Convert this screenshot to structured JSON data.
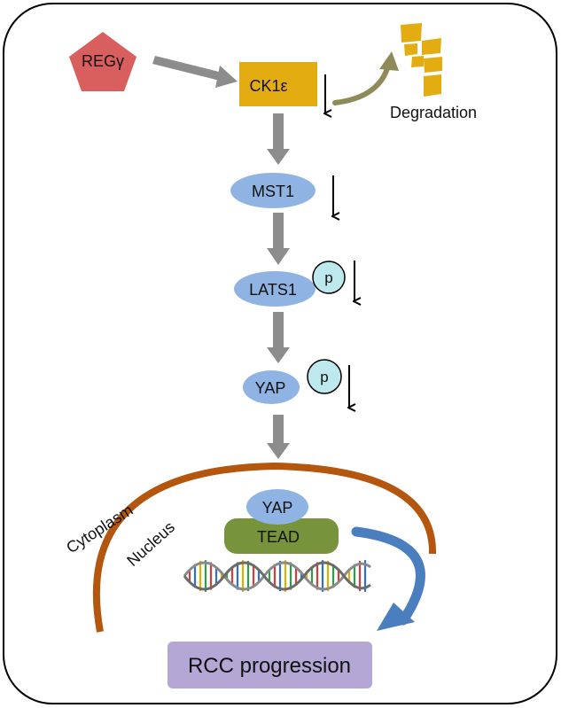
{
  "nodes": {
    "regg": "REGγ",
    "ck1e": "CK1ε",
    "degradation": "Degradation",
    "mst1": "MST1",
    "lats1": "LATS1",
    "yap_cyto": "YAP",
    "yap_nuc": "YAP",
    "tead": "TEAD",
    "rcc": "RCC progression"
  },
  "phospho": {
    "lats1": "p",
    "yap": "p"
  },
  "compartments": {
    "cytoplasm": "Cytoplasm",
    "nucleus": "Nucleus"
  },
  "colors": {
    "regg": "#d95f5f",
    "ck1e": "#e3ad12",
    "degradation": "#e3ad12",
    "protein": "#8fb4e3",
    "phospho": "#bde9ee",
    "tead": "#77933c",
    "rcc": "#b4a7d6",
    "membrane": "#b5560f",
    "arrow_gray": "#8c8c8c",
    "arrow_olive": "#8f8a5a",
    "arrow_blue": "#4a7ebf"
  }
}
